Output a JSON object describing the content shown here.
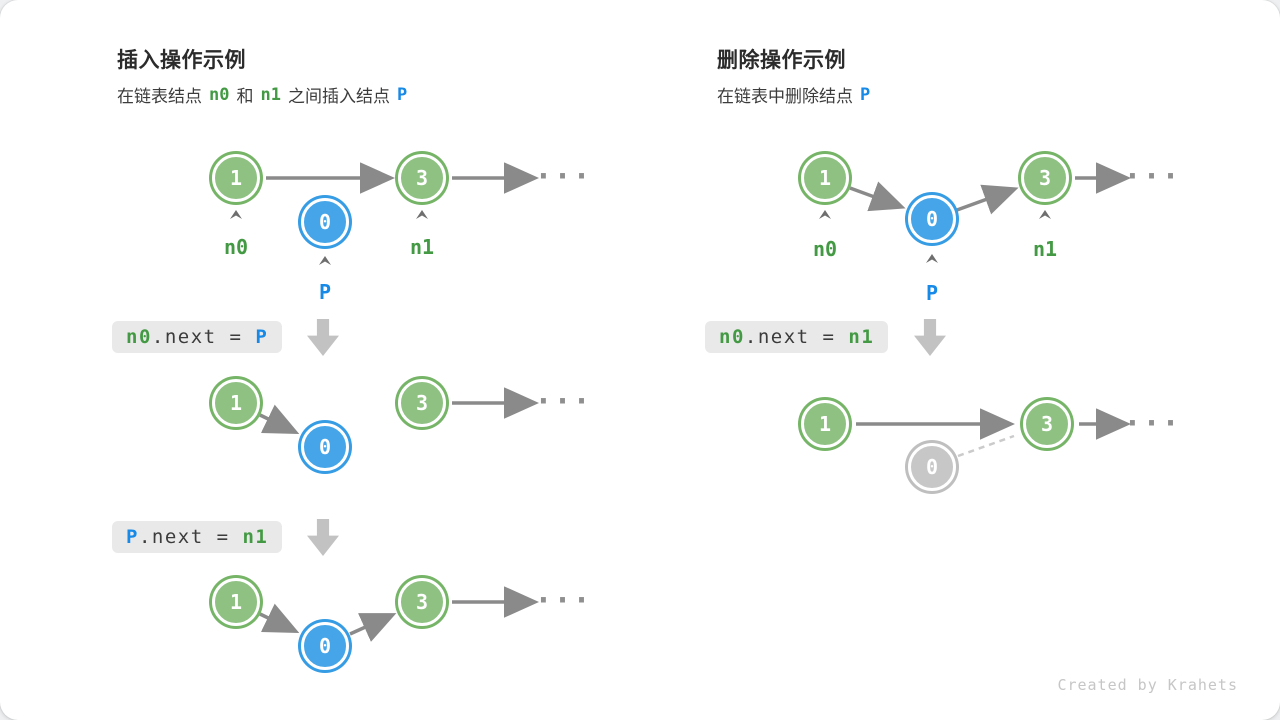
{
  "page": {
    "credit": "Created by Krahets"
  },
  "palette": {
    "green_fill": "#8FC183",
    "green_ring": "#76B567",
    "green_text": "#449A44",
    "blue_fill": "#45A5E8",
    "blue_ring": "#369CE4",
    "blue_text": "#1789E6",
    "gray_fill": "#C7C7C7",
    "gray_ring": "#BFBFBF",
    "arrow": "#8A8A8A",
    "caret": "#6E6E6E",
    "block_arrow": "#C2C2C2",
    "codebox_bg": "#E9E9E9",
    "code_text": "#3B3B3B",
    "title": "#2B2B2B",
    "subtitle": "#3C3C3C",
    "dashed": "#CBCBCB",
    "footer": "#C6C6C6",
    "dots": "#8F8F8F"
  },
  "shared": {
    "ellipsis": "...",
    "values": {
      "first": "1",
      "inserted": "0",
      "third": "3"
    },
    "labels": {
      "n0": "n0",
      "n1": "n1",
      "p": "P"
    }
  },
  "insert": {
    "title": "插入操作示例",
    "subtitle": {
      "t1": "在链表结点",
      "n0": "n0",
      "t2": "和",
      "n1": "n1",
      "t3": "之间插入结点",
      "p": "P"
    },
    "code1": {
      "a": "n0",
      "b": ".next = ",
      "c": "P"
    },
    "code2": {
      "a": "P",
      "b": ".next = ",
      "c": "n1"
    }
  },
  "delete": {
    "title": "删除操作示例",
    "subtitle": {
      "t1": "在链表中删除结点",
      "p": "P"
    },
    "code1": {
      "a": "n0",
      "b": ".next = ",
      "c": "n1"
    }
  }
}
